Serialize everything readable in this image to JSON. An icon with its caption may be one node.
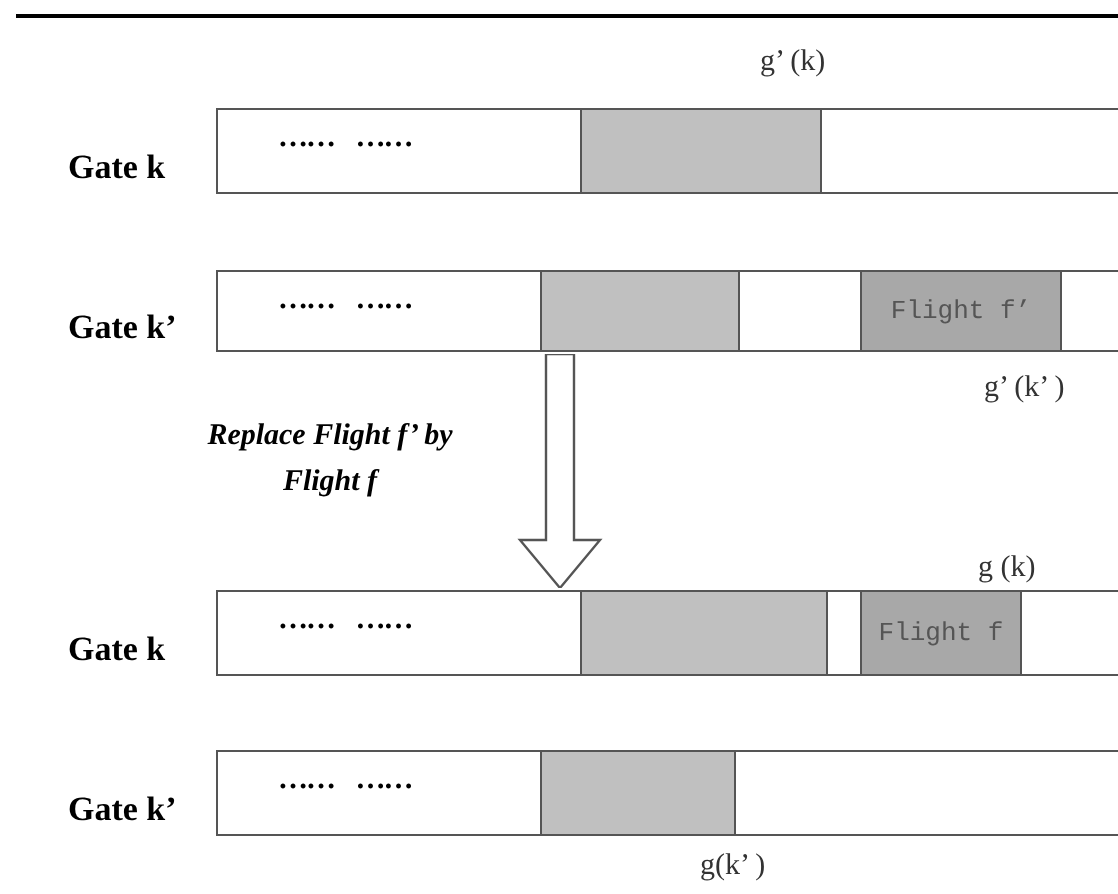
{
  "diagram": {
    "nodes": [
      {
        "text": [
          "…… ……"
        ],
        "beside": [
          "Gate k"
        ]
      },
      {
        "text": [],
        "shape": "box",
        "in": 0
      },
      {
        "text": [
          "…… ……"
        ],
        "beside": [
          "Gate k’"
        ]
      },
      {
        "text": [],
        "shape": "box",
        "in": 2
      },
      {
        "text": [
          "Flight f’"
        ],
        "in": 2
      },
      {
        "text": [
          "…… ……"
        ],
        "beside": [
          "Gate k"
        ]
      },
      {
        "text": [],
        "shape": "box",
        "in": 5
      },
      {
        "text": [
          "Flight f"
        ],
        "in": 5
      },
      {
        "text": [
          "…… ……"
        ],
        "beside": [
          "Gate k’"
        ]
      },
      {
        "text": [],
        "shape": "box",
        "in": 8
      }
    ],
    "edges": [
      {
        "from": 2,
        "to": 5,
        "arrow": "to",
        "label": "Replace Flight f’ by Flight f"
      }
    ],
    "labels": [
      "g’ (k)",
      "g’ (k’ )",
      "g (k)",
      "g(k’ )"
    ]
  }
}
